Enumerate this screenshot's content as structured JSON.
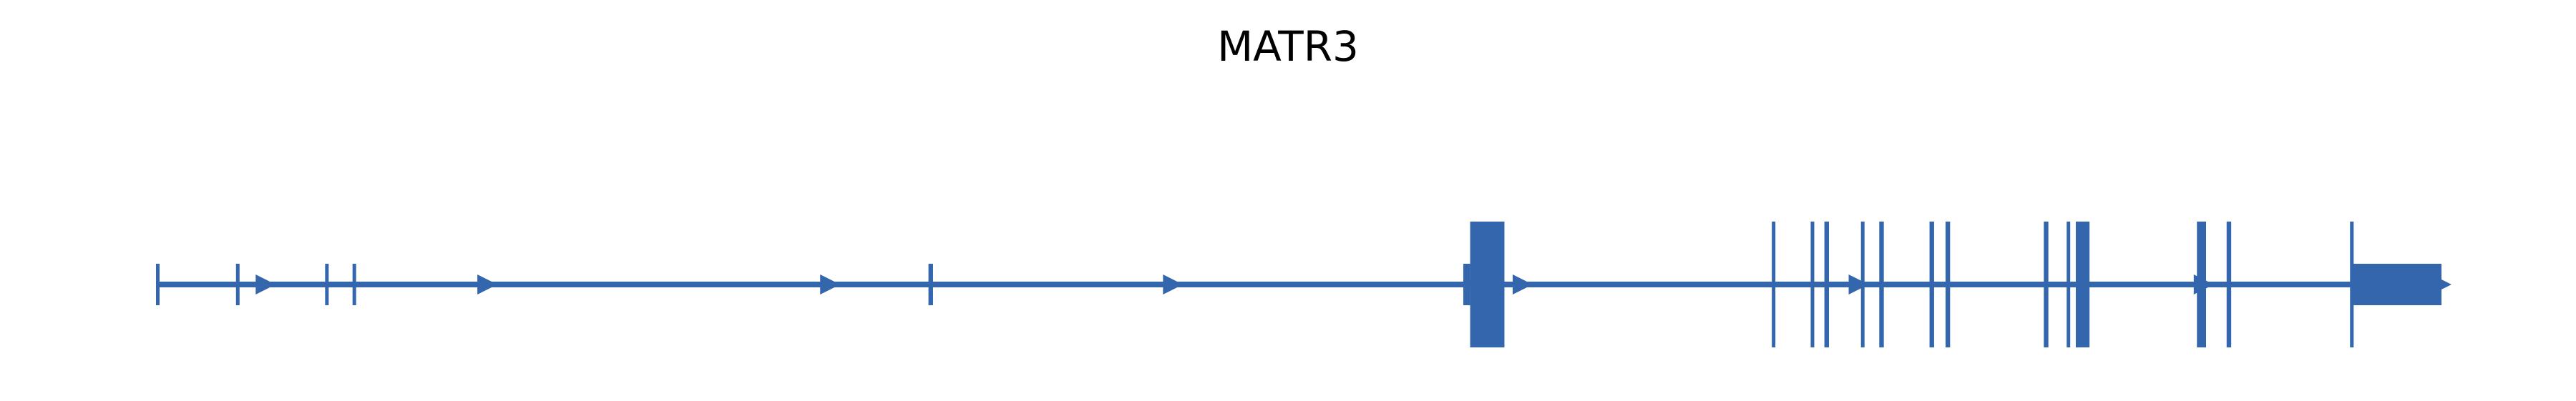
{
  "title": "MATR3",
  "colors": {
    "feature": "#3366ad"
  },
  "gene_model": {
    "strand": "+",
    "coord_range": [
      0,
      100
    ],
    "intron_line": [
      0,
      100
    ],
    "exons": [
      {
        "start": 0.0,
        "end": 0.1,
        "kind": "utr"
      },
      {
        "start": 3.5,
        "end": 3.6,
        "kind": "utr"
      },
      {
        "start": 7.4,
        "end": 7.55,
        "kind": "utr"
      },
      {
        "start": 8.6,
        "end": 8.75,
        "kind": "utr"
      },
      {
        "start": 33.8,
        "end": 34.0,
        "kind": "utr"
      },
      {
        "start": 57.2,
        "end": 57.5,
        "kind": "utr"
      },
      {
        "start": 57.5,
        "end": 59.0,
        "kind": "cds"
      },
      {
        "start": 70.7,
        "end": 70.8,
        "kind": "cds"
      },
      {
        "start": 72.4,
        "end": 72.5,
        "kind": "cds"
      },
      {
        "start": 73.0,
        "end": 73.2,
        "kind": "cds"
      },
      {
        "start": 74.6,
        "end": 74.7,
        "kind": "cds"
      },
      {
        "start": 75.4,
        "end": 75.6,
        "kind": "cds"
      },
      {
        "start": 77.6,
        "end": 77.8,
        "kind": "cds"
      },
      {
        "start": 78.3,
        "end": 78.5,
        "kind": "cds"
      },
      {
        "start": 82.6,
        "end": 82.8,
        "kind": "cds"
      },
      {
        "start": 83.6,
        "end": 83.7,
        "kind": "cds"
      },
      {
        "start": 84.0,
        "end": 84.6,
        "kind": "cds"
      },
      {
        "start": 89.3,
        "end": 89.7,
        "kind": "cds"
      },
      {
        "start": 90.6,
        "end": 90.8,
        "kind": "cds"
      },
      {
        "start": 96.0,
        "end": 96.1,
        "kind": "cds"
      },
      {
        "start": 96.1,
        "end": 100.0,
        "kind": "utr"
      }
    ],
    "strand_arrows": [
      4.8,
      14.5,
      29.5,
      44.5,
      59.8,
      74.5,
      89.6,
      100.0
    ]
  }
}
